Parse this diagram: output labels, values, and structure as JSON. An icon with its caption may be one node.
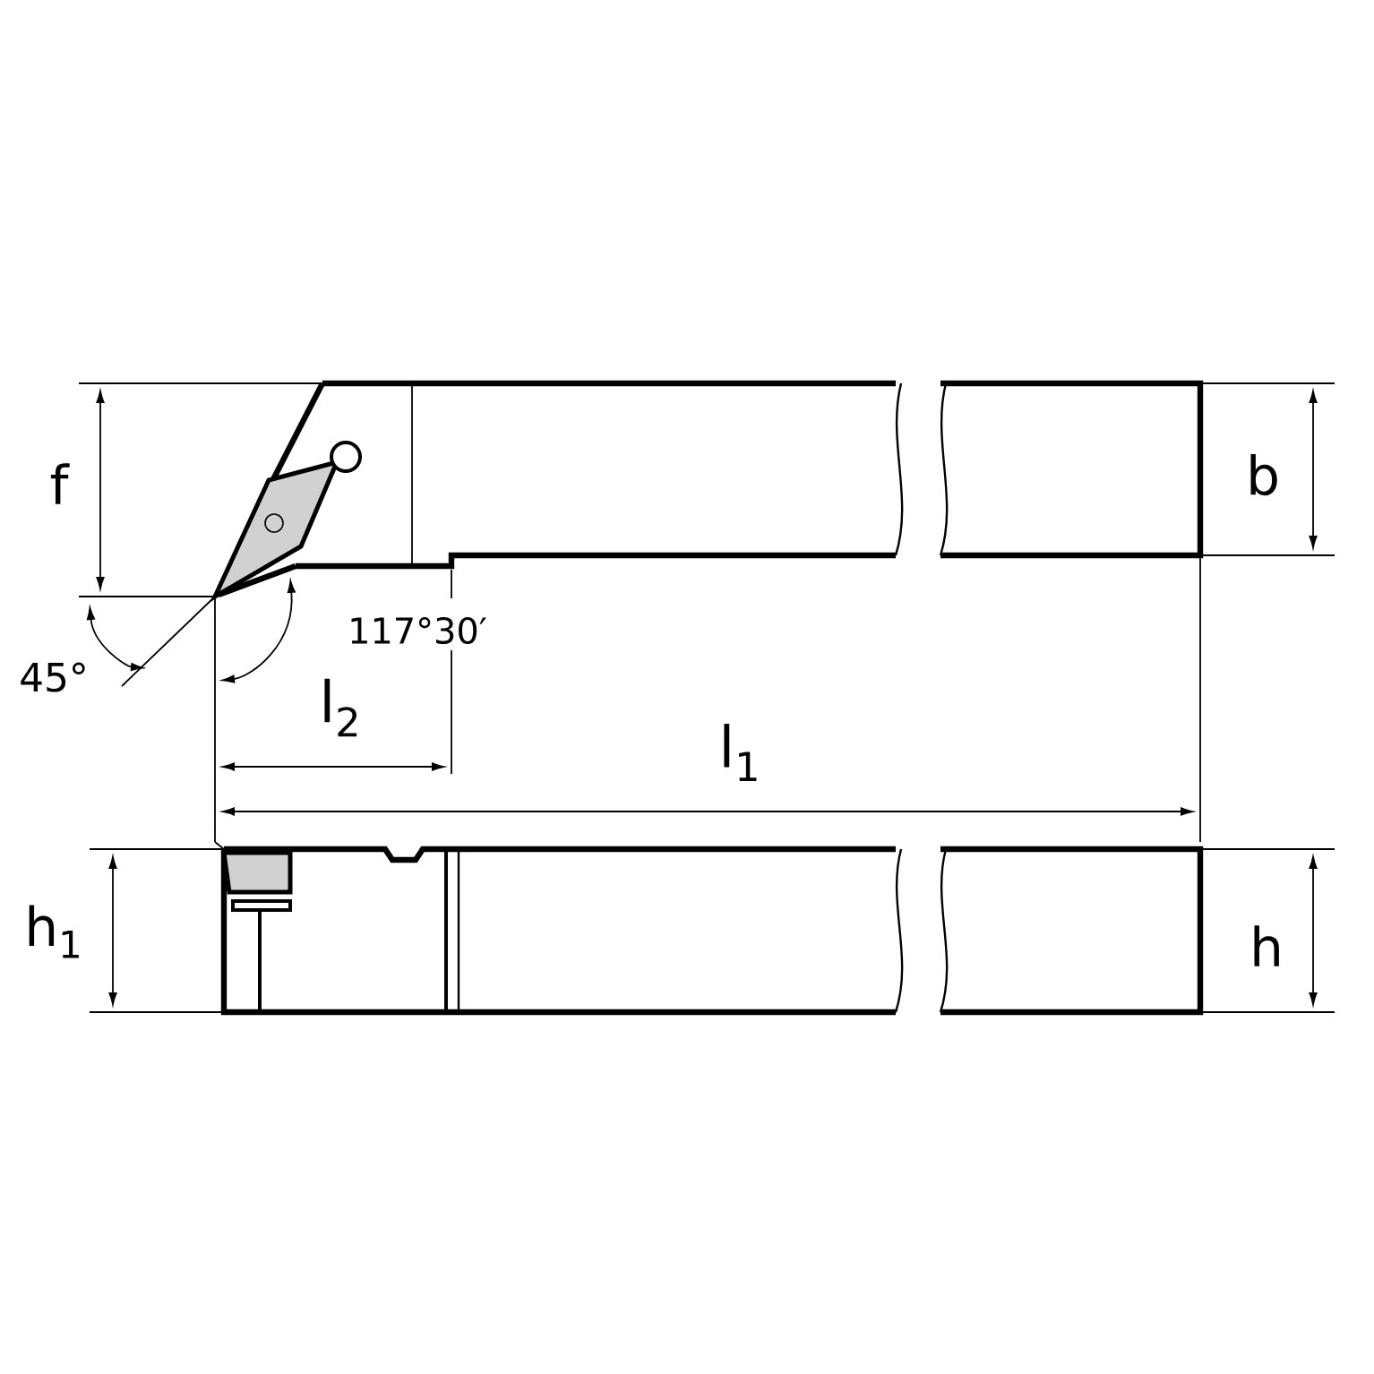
{
  "diagram": {
    "labels": [
      "f",
      "b",
      "45°",
      "117°30′",
      "l$_{2}$",
      "l$_{1}$",
      "h$_{1}$",
      "h"
    ]
  }
}
